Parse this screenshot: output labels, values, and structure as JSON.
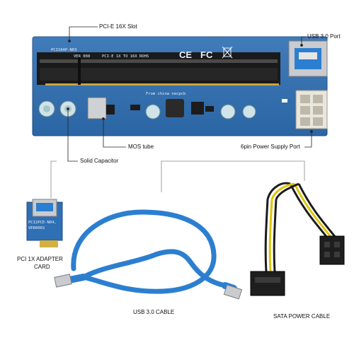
{
  "labels": {
    "pcie_slot": "PCI-E 16X Slot",
    "usb_port": "USB 3.0 Port",
    "mos_tube": "MOS tube",
    "pin_power": "6pin Power Supply Port",
    "solid_capacitor": "Solid Capacitor",
    "adapter_card_line1": "PCI 1X ADAPTER",
    "adapter_card_line2": "CARD",
    "usb_cable": "USB 3.0 CABLE",
    "sata_cable": "SATA POWER CABLE"
  },
  "board_print": {
    "model": "PCI164P-N03",
    "version": "VER 008",
    "spec": "PCI-E  1X  TO  16X  ROHS",
    "origin": "From china necpcb",
    "adapter_model": "PCI2PCE-N04,",
    "adapter_version": "VER006S"
  },
  "colors": {
    "pcb": "#2f6fb3",
    "cable": "#2c7fd0",
    "connector": "#b9bcc0",
    "slot": "#1a1a1a",
    "wire_yellow": "#e0c400",
    "wire_black": "#1b1b1b"
  }
}
